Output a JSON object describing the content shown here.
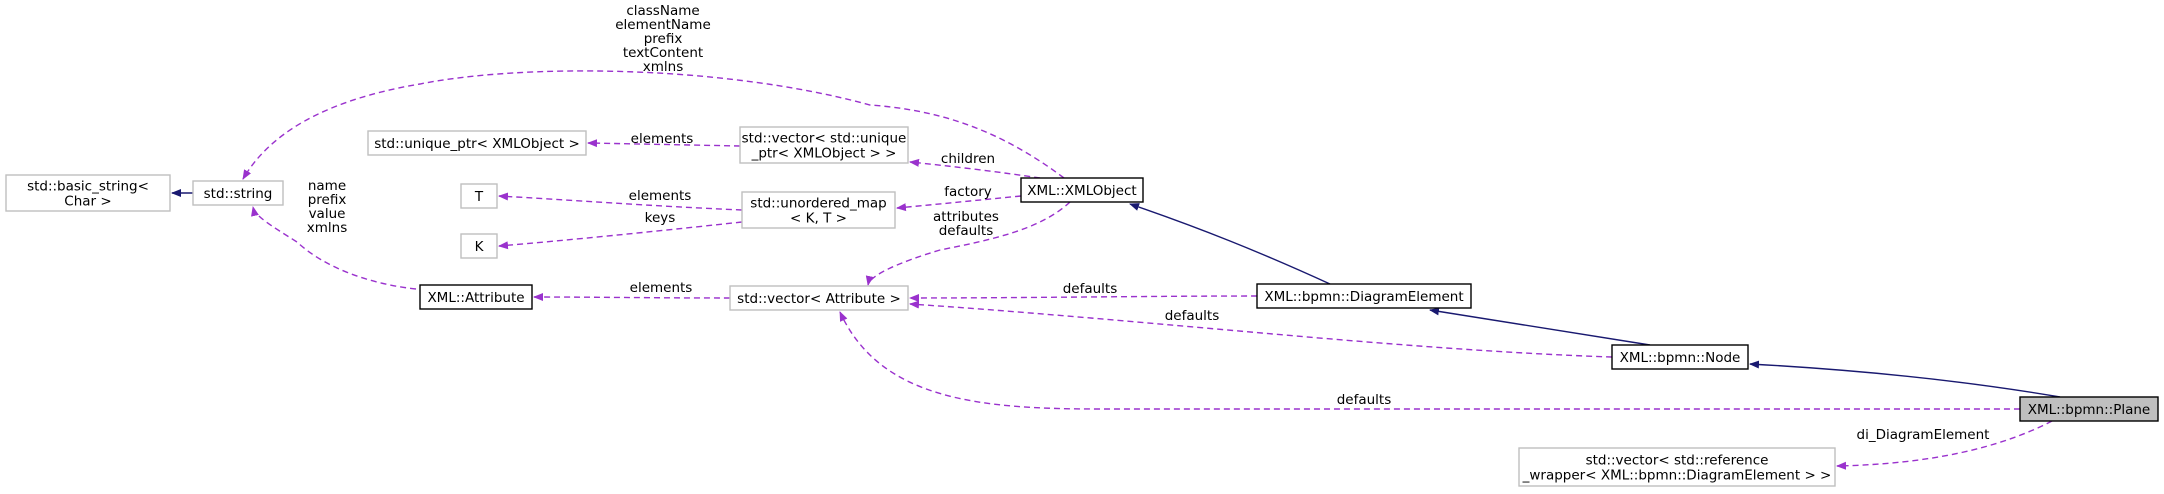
{
  "diagram": {
    "colors": {
      "inheritance": "#191970",
      "usage": "#9a32cd",
      "box_normal": "#000000",
      "box_external": "#bfbfbf",
      "highlight_fill": "#bfbfbf"
    },
    "nodes": [
      {
        "id": "basic_string",
        "lines": [
          "std::basic_string<",
          "Char >"
        ],
        "style": "external"
      },
      {
        "id": "string",
        "lines": [
          "std::string"
        ],
        "style": "external"
      },
      {
        "id": "unique_ptr",
        "lines": [
          "std::unique_ptr< XMLObject >"
        ],
        "style": "external"
      },
      {
        "id": "vector_unique",
        "lines": [
          "std::vector< std::unique",
          "_ptr< XMLObject > >"
        ],
        "style": "external"
      },
      {
        "id": "T",
        "lines": [
          "T"
        ],
        "style": "external"
      },
      {
        "id": "K",
        "lines": [
          "K"
        ],
        "style": "external"
      },
      {
        "id": "unordered_map",
        "lines": [
          "std::unordered_map",
          "< K, T >"
        ],
        "style": "external"
      },
      {
        "id": "XMLObject",
        "lines": [
          "XML::XMLObject"
        ],
        "style": "normal"
      },
      {
        "id": "Attribute",
        "lines": [
          "XML::Attribute"
        ],
        "style": "normal"
      },
      {
        "id": "vector_attr",
        "lines": [
          "std::vector< Attribute >"
        ],
        "style": "external"
      },
      {
        "id": "DiagramElement",
        "lines": [
          "XML::bpmn::DiagramElement"
        ],
        "style": "normal"
      },
      {
        "id": "Node",
        "lines": [
          "XML::bpmn::Node"
        ],
        "style": "normal"
      },
      {
        "id": "Plane",
        "lines": [
          "XML::bpmn::Plane"
        ],
        "style": "highlight"
      },
      {
        "id": "vector_ref",
        "lines": [
          "std::vector< std::reference",
          "_wrapper< XML::bpmn::DiagramElement > >"
        ],
        "style": "external"
      }
    ],
    "edges": [
      {
        "id": "string-basic_string",
        "kind": "inheritance",
        "label": []
      },
      {
        "id": "xmlobject-string",
        "kind": "usage",
        "label": [
          "className",
          "elementName",
          "prefix",
          "textContent",
          "xmlns"
        ]
      },
      {
        "id": "attribute-string",
        "kind": "usage",
        "label": [
          "name",
          "prefix",
          "value",
          "xmlns"
        ]
      },
      {
        "id": "vector_unique-unique_ptr",
        "kind": "usage",
        "label": [
          "elements"
        ]
      },
      {
        "id": "xmlobject-vector_unique",
        "kind": "usage",
        "label": [
          "children"
        ]
      },
      {
        "id": "unordered_map-T",
        "kind": "usage",
        "label": [
          "elements"
        ]
      },
      {
        "id": "unordered_map-K",
        "kind": "usage",
        "label": [
          "keys"
        ]
      },
      {
        "id": "xmlobject-unordered_map",
        "kind": "usage",
        "label": [
          "factory"
        ]
      },
      {
        "id": "xmlobject-vector_attr",
        "kind": "usage",
        "label": [
          "attributes",
          "defaults"
        ]
      },
      {
        "id": "vector_attr-attribute",
        "kind": "usage",
        "label": [
          "elements"
        ]
      },
      {
        "id": "diagramelement-vector_attr",
        "kind": "usage",
        "label": [
          "defaults"
        ]
      },
      {
        "id": "node-vector_attr",
        "kind": "usage",
        "label": [
          "defaults"
        ]
      },
      {
        "id": "plane-vector_attr",
        "kind": "usage",
        "label": [
          "defaults"
        ]
      },
      {
        "id": "diagramelement-xmlobject",
        "kind": "inheritance",
        "label": []
      },
      {
        "id": "node-diagramelement",
        "kind": "inheritance",
        "label": []
      },
      {
        "id": "plane-node",
        "kind": "inheritance",
        "label": []
      },
      {
        "id": "plane-vector_ref",
        "kind": "usage",
        "label": [
          "di_DiagramElement"
        ]
      }
    ]
  }
}
